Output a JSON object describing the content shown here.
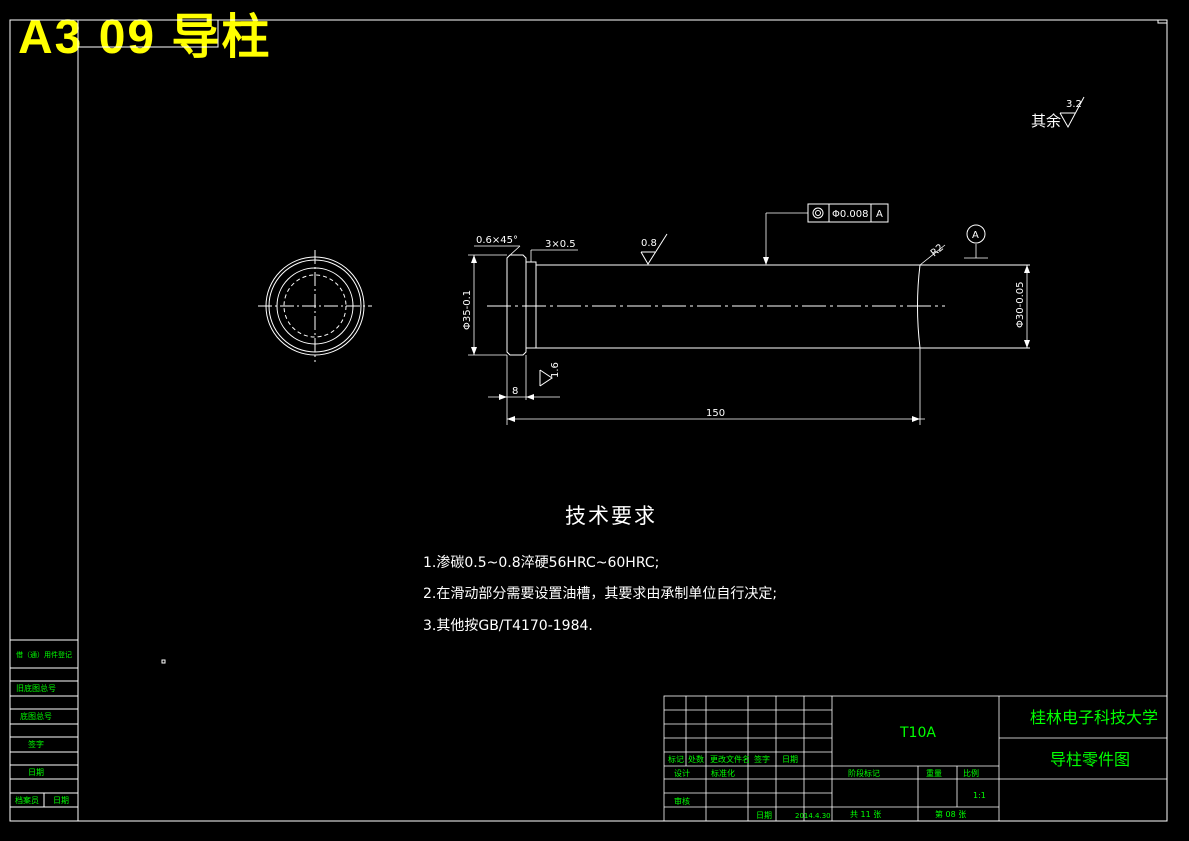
{
  "header": {
    "title": "A3 09 导柱"
  },
  "surface_finish_note": {
    "prefix": "其余",
    "value": "3.2"
  },
  "dimensions": {
    "chamfer": "0.6×45°",
    "groove": "3×0.5",
    "roughness_top": "0.8",
    "roughness_bottom": "1.6",
    "diameter_left": "Φ35-0.1",
    "diameter_right": "Φ30-0.05",
    "length_flange": "8",
    "length_total": "150",
    "radius": "R2",
    "tolerance_value": "Φ0.008",
    "datum": "A"
  },
  "requirements": {
    "title": "技术要求",
    "items": [
      "1.渗碳0.5~0.8淬硬56HRC~60HRC;",
      "2.在滑动部分需要设置油槽，其要求由承制单位自行决定;",
      "3.其他按GB/T4170-1984."
    ]
  },
  "left_panel": [
    "借（通）用件登记",
    "旧底图总号",
    "底图总号",
    "签字",
    "日期",
    "档案员",
    "日期"
  ],
  "title_block": {
    "material": "T10A",
    "school": "桂林电子科技大学",
    "drawing_name": "导柱零件图",
    "scale": "1:1",
    "date": "2014.4.30",
    "row_labels": [
      "标记",
      "处数",
      "更改文件名",
      "签字",
      "日期"
    ],
    "design_labels": [
      "设计",
      "标准化"
    ],
    "stage_labels": [
      "阶段标记",
      "重量",
      "比例"
    ],
    "check_label": "审核",
    "date_label": "日期",
    "sheets_total": "共 11 张",
    "sheet_number": "第 08 张"
  },
  "colors": {
    "lines": "#ffffff",
    "title": "#ffff00",
    "title_block_text": "#00ff00"
  }
}
